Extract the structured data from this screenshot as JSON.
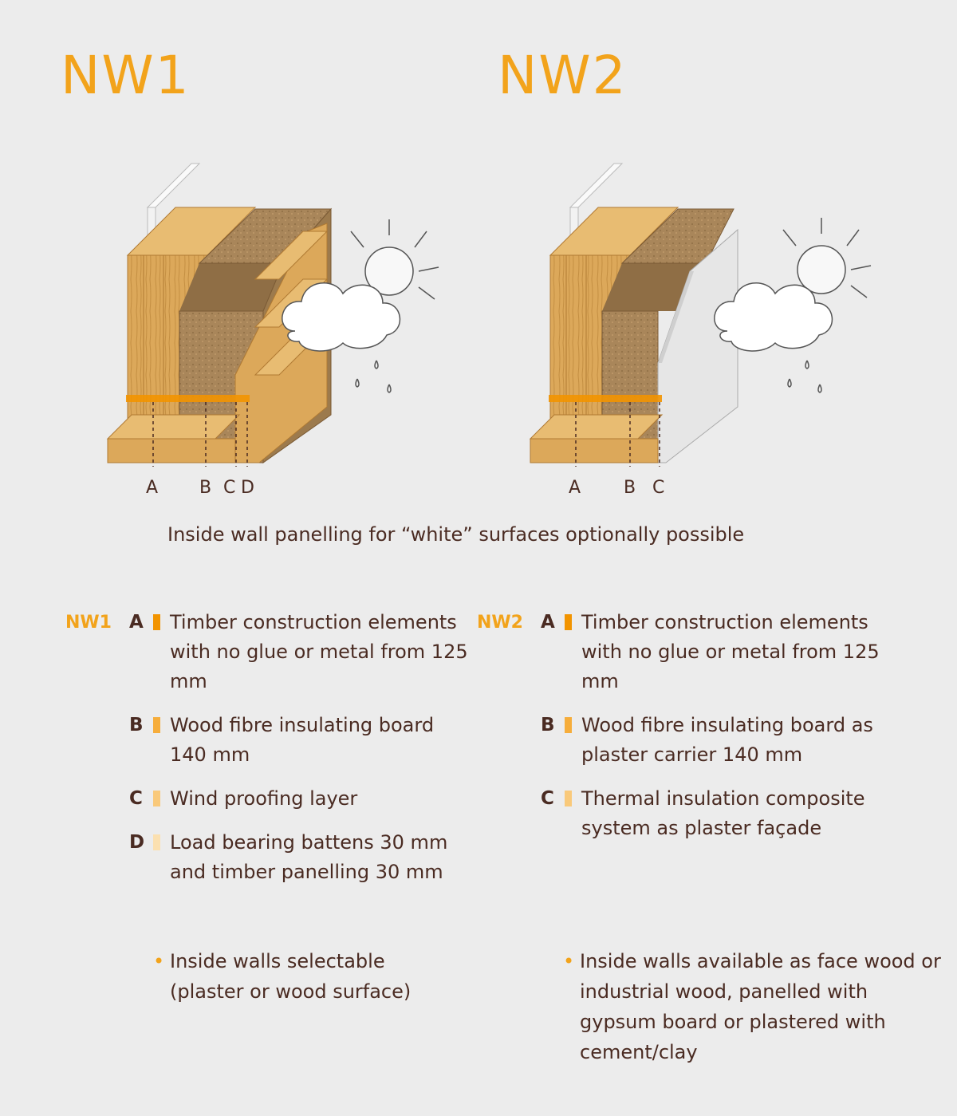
{
  "nw1": {
    "title": "NW1",
    "marker_labels": [
      "A",
      "B",
      "C",
      "D"
    ],
    "legend_key": "NW1",
    "legend": [
      {
        "letter": "A",
        "text": "Timber construction elements with no glue or metal from 125 mm",
        "color": "#f29400"
      },
      {
        "letter": "B",
        "text": "Wood fibre insulating board 140 mm",
        "color": "#f6ad3b"
      },
      {
        "letter": "C",
        "text": "Wind proofing layer",
        "color": "#f9c97a"
      },
      {
        "letter": "D",
        "text": "Load bearing battens 30 mm and timber panelling 30 mm",
        "color": "#fbe0b0"
      }
    ],
    "bullet": "Inside walls selectable (plaster or wood surface)"
  },
  "nw2": {
    "title": "NW2",
    "marker_labels": [
      "A",
      "B",
      "C"
    ],
    "legend_key": "NW2",
    "legend": [
      {
        "letter": "A",
        "text": "Timber construction elements with no glue or metal from 125 mm",
        "color": "#f29400"
      },
      {
        "letter": "B",
        "text": "Wood fibre insulating board as plaster carrier 140 mm",
        "color": "#f6ad3b"
      },
      {
        "letter": "C",
        "text": "Thermal insulation composite system as plaster façade",
        "color": "#f9c97a"
      }
    ],
    "bullet": "Inside walls available as face wood or industrial wood, panelled with gypsum board or plastered with cement/clay"
  },
  "caption": "Inside wall panelling for “white” surfaces optionally possible",
  "colors": {
    "accent": "#f2a31b",
    "text": "#4a2b22",
    "background": "#ececec",
    "timber": "#dca85a",
    "insulation": "#a9865a",
    "plaster": "#e6e6e6"
  },
  "icons": [
    "sun-icon",
    "cloud-icon",
    "raindrop-icon"
  ]
}
